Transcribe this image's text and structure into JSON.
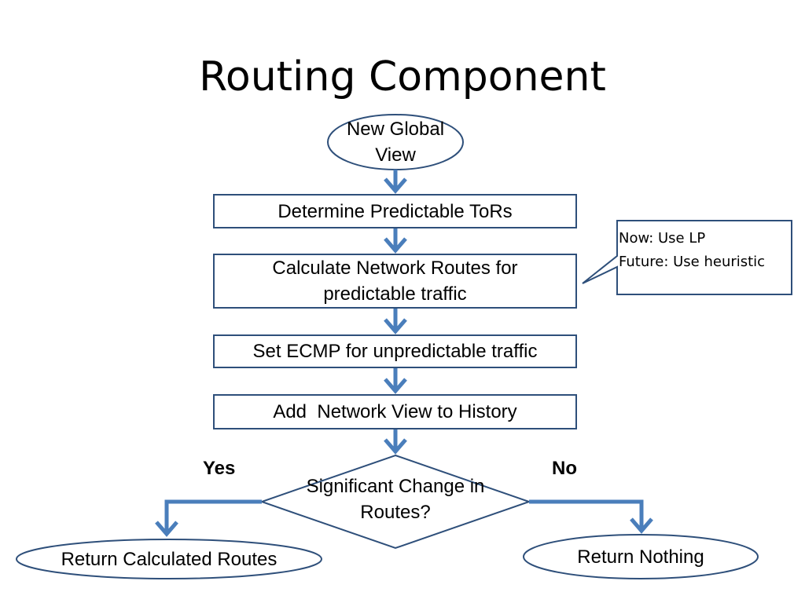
{
  "title": "Routing Component",
  "nodes": {
    "start": "New Global View",
    "determine": "Determine Predictable ToRs",
    "calculate": "Calculate Network Routes for predictable traffic",
    "ecmp": "Set ECMP for unpredictable traffic",
    "history": "Add  Network View to History",
    "decision": "Significant Change in Routes?",
    "return_routes": "Return Calculated Routes",
    "return_nothing": "Return Nothing"
  },
  "callout": {
    "line1": "Now: Use LP",
    "line2": "Future: Use heuristic"
  },
  "branches": {
    "yes": "Yes",
    "no": "No"
  },
  "colors": {
    "shape_border": "#2e4f7a",
    "arrow": "#4a7ebb"
  }
}
